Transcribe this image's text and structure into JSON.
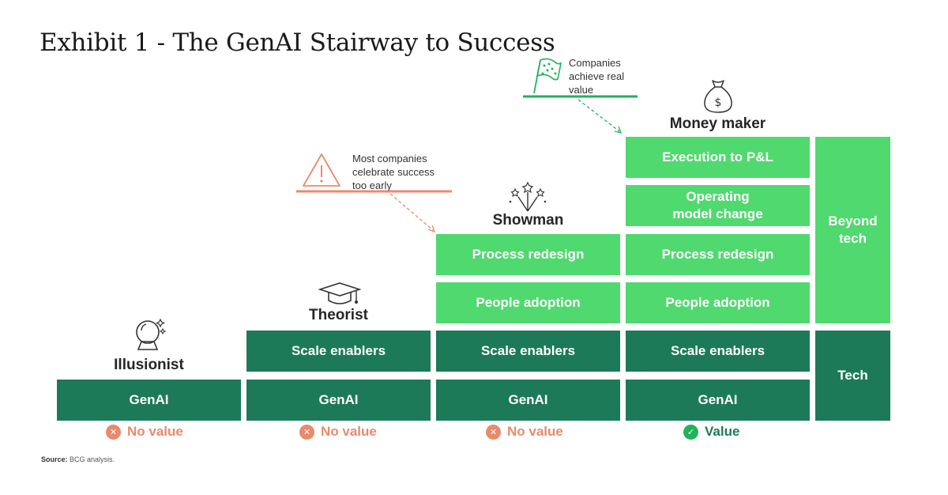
{
  "title": "Exhibit 1 - The GenAI Stairway to Success",
  "stages": [
    {
      "name": "Illusionist",
      "icon": "crystal-ball-icon",
      "status": "No value",
      "status_type": "bad"
    },
    {
      "name": "Theorist",
      "icon": "graduation-cap-icon",
      "status": "No value",
      "status_type": "bad"
    },
    {
      "name": "Showman",
      "icon": "fireworks-icon",
      "status": "No value",
      "status_type": "bad"
    },
    {
      "name": "Money maker",
      "icon": "money-bag-icon",
      "status": "Value",
      "status_type": "good"
    }
  ],
  "blocks": {
    "genai": "GenAI",
    "scale_enablers": "Scale enablers",
    "people_adoption": "People adoption",
    "process_redesign": "Process redesign",
    "operating_model": "Operating model change",
    "execution": "Execution to P&L"
  },
  "side": {
    "beyond_tech": "Beyond tech",
    "tech": "Tech"
  },
  "annotations": {
    "warning": "Most companies celebrate success too early",
    "flag": "Companies achieve real value"
  },
  "source": {
    "label": "Source:",
    "text": "BCG analysis."
  },
  "colors": {
    "dark_green": "#1d7a58",
    "light_green": "#50d96f",
    "no_value": "#e98a6c",
    "value": "#21b35a",
    "warning": "#e98a6c"
  }
}
